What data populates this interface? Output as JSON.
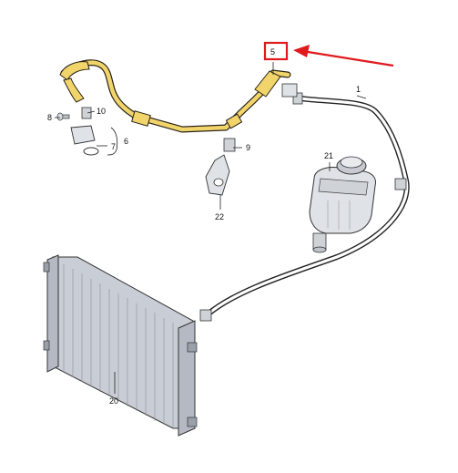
{
  "diagram": {
    "colors": {
      "highlight": "#e0191c",
      "pipe_yellow": "#f1d46a",
      "pipe_outline": "#2a2418",
      "hose_dark": "#3a3a3a",
      "radiator_fill": "#c9cdd6",
      "tank_fill": "#dfe2e6"
    },
    "callouts": {
      "c1": "1",
      "c5": "5",
      "c6": "6",
      "c7": "7",
      "c8": "8",
      "c9": "9",
      "c10": "10",
      "c20": "20",
      "c21": "21",
      "c22": "22"
    }
  }
}
